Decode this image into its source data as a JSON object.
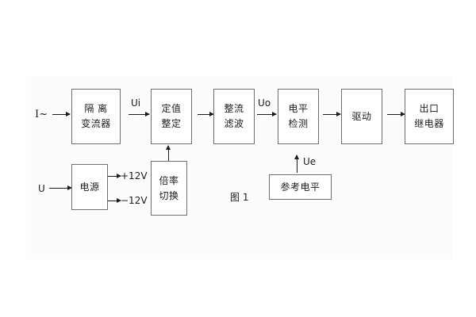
{
  "figure": {
    "caption": "图 1",
    "background_color": "#ffffff",
    "panel_color": "#fcfcfc",
    "line_color": "#6e6e6e",
    "text_color": "#1c1c1c"
  },
  "inputs": [
    {
      "id": "current-input",
      "label": "I~"
    },
    {
      "id": "voltage-input",
      "label": "U"
    }
  ],
  "blocks": [
    {
      "id": "isolation-current-transformer",
      "lines": [
        "隔  离",
        "变流器"
      ]
    },
    {
      "id": "setting-value-adjustment",
      "lines": [
        "定值",
        "整定"
      ]
    },
    {
      "id": "rectify-filter",
      "lines": [
        "整流",
        "滤波"
      ]
    },
    {
      "id": "level-detection",
      "lines": [
        "电平",
        "检测"
      ]
    },
    {
      "id": "drive",
      "lines": [
        "驱动"
      ]
    },
    {
      "id": "output-relay",
      "lines": [
        "出口",
        "继电器"
      ]
    },
    {
      "id": "power-supply",
      "lines": [
        "电源"
      ]
    },
    {
      "id": "multiplier-switch",
      "lines": [
        "倍率",
        "切换"
      ]
    },
    {
      "id": "reference-level",
      "lines": [
        "参考电平"
      ]
    }
  ],
  "signals": [
    {
      "id": "ui",
      "label": "Ui"
    },
    {
      "id": "uo",
      "label": "Uo"
    },
    {
      "id": "ue",
      "label": "Ue"
    },
    {
      "id": "plus-12v",
      "label": "+12V"
    },
    {
      "id": "minus-12v",
      "label": "−12V"
    }
  ],
  "chart_data": {
    "type": "diagram",
    "title": "图 1",
    "nodes": [
      {
        "name": "隔离变流器",
        "row": "top",
        "order": 1
      },
      {
        "name": "定值整定",
        "row": "top",
        "order": 2
      },
      {
        "name": "整流滤波",
        "row": "top",
        "order": 3
      },
      {
        "name": "电平检测",
        "row": "top",
        "order": 4
      },
      {
        "name": "驱动",
        "row": "top",
        "order": 5
      },
      {
        "name": "出口继电器",
        "row": "top",
        "order": 6
      },
      {
        "name": "电源",
        "row": "bottom",
        "order": 1
      },
      {
        "name": "倍率切换",
        "row": "bottom",
        "order": 2
      },
      {
        "name": "参考电平",
        "row": "bottom",
        "order": 3
      }
    ],
    "edges": [
      {
        "from": "I~",
        "to": "隔离变流器",
        "label": ""
      },
      {
        "from": "隔离变流器",
        "to": "定值整定",
        "label": "Ui"
      },
      {
        "from": "定值整定",
        "to": "整流滤波",
        "label": ""
      },
      {
        "from": "整流滤波",
        "to": "电平检测",
        "label": "Uo"
      },
      {
        "from": "电平检测",
        "to": "驱动",
        "label": ""
      },
      {
        "from": "驱动",
        "to": "出口继电器",
        "label": ""
      },
      {
        "from": "U",
        "to": "电源",
        "label": ""
      },
      {
        "from": "电源",
        "to": "",
        "label": "+12V"
      },
      {
        "from": "电源",
        "to": "",
        "label": "−12V"
      },
      {
        "from": "倍率切换",
        "to": "定值整定",
        "label": ""
      },
      {
        "from": "参考电平",
        "to": "电平检测",
        "label": "Ue"
      }
    ]
  }
}
